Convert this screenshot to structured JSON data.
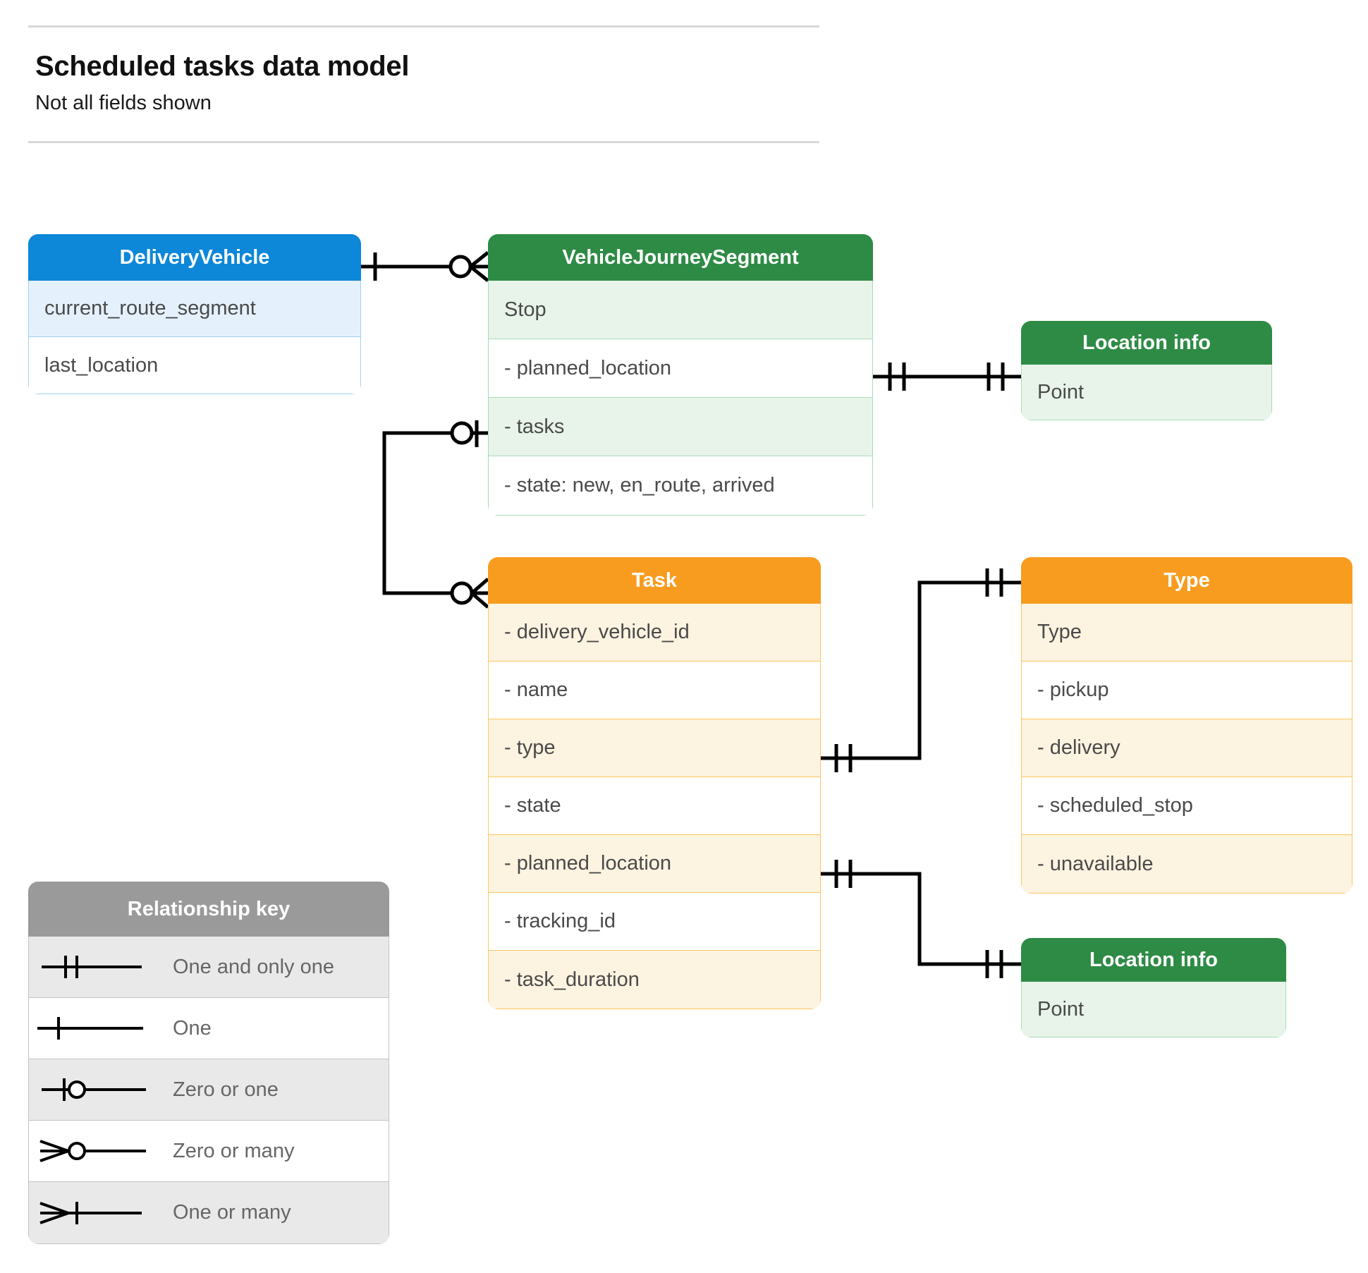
{
  "header": {
    "title": "Scheduled tasks data model",
    "subtitle": "Not all fields shown"
  },
  "colors": {
    "blue_header": "#0d87d8",
    "blue_row": "#e4f1fd",
    "green_header": "#2e8b45",
    "green_row": "#e8f4ea",
    "orange_header": "#f89c20",
    "orange_row": "#fdf3e1",
    "grey_header": "#9a9a9a",
    "grey_row": "#e9e9e9",
    "connector": "#000000"
  },
  "entities": {
    "delivery_vehicle": {
      "title": "DeliveryVehicle",
      "rows": [
        "current_route_segment",
        "last_location"
      ]
    },
    "vehicle_journey_segment": {
      "title": "VehicleJourneySegment",
      "rows": [
        "Stop",
        "-  planned_location",
        "- tasks",
        "- state: new, en_route, arrived"
      ]
    },
    "location_info_top": {
      "title": "Location info",
      "rows": [
        "Point"
      ]
    },
    "task": {
      "title": "Task",
      "rows": [
        "- delivery_vehicle_id",
        "- name",
        "- type",
        "- state",
        "- planned_location",
        "- tracking_id",
        "- task_duration"
      ]
    },
    "type": {
      "title": "Type",
      "rows": [
        "Type",
        "-   pickup",
        "-   delivery",
        "-   scheduled_stop",
        "-   unavailable"
      ]
    },
    "location_info_bottom": {
      "title": "Location info",
      "rows": [
        "Point"
      ]
    }
  },
  "legend": {
    "title": "Relationship key",
    "items": [
      {
        "symbol": "one-and-only-one",
        "label": "One and only one"
      },
      {
        "symbol": "one",
        "label": "One"
      },
      {
        "symbol": "zero-or-one",
        "label": "Zero or one"
      },
      {
        "symbol": "zero-or-many",
        "label": "Zero or many"
      },
      {
        "symbol": "one-or-many",
        "label": "One or many"
      }
    ]
  },
  "relationships": [
    {
      "from": "DeliveryVehicle",
      "to": "VehicleJourneySegment",
      "from_cardinality": "one",
      "to_cardinality": "zero-or-many"
    },
    {
      "from": "VehicleJourneySegment.planned_location",
      "to": "Location info",
      "from_cardinality": "one-and-only-one",
      "to_cardinality": "one-and-only-one"
    },
    {
      "from": "VehicleJourneySegment.tasks",
      "to": "Task",
      "from_cardinality": "zero-or-one",
      "to_cardinality": "zero-or-many"
    },
    {
      "from": "Task.type",
      "to": "Type",
      "from_cardinality": "one-and-only-one",
      "to_cardinality": "one-and-only-one"
    },
    {
      "from": "Task.planned_location",
      "to": "Location info",
      "from_cardinality": "one-and-only-one",
      "to_cardinality": "one-and-only-one"
    }
  ]
}
